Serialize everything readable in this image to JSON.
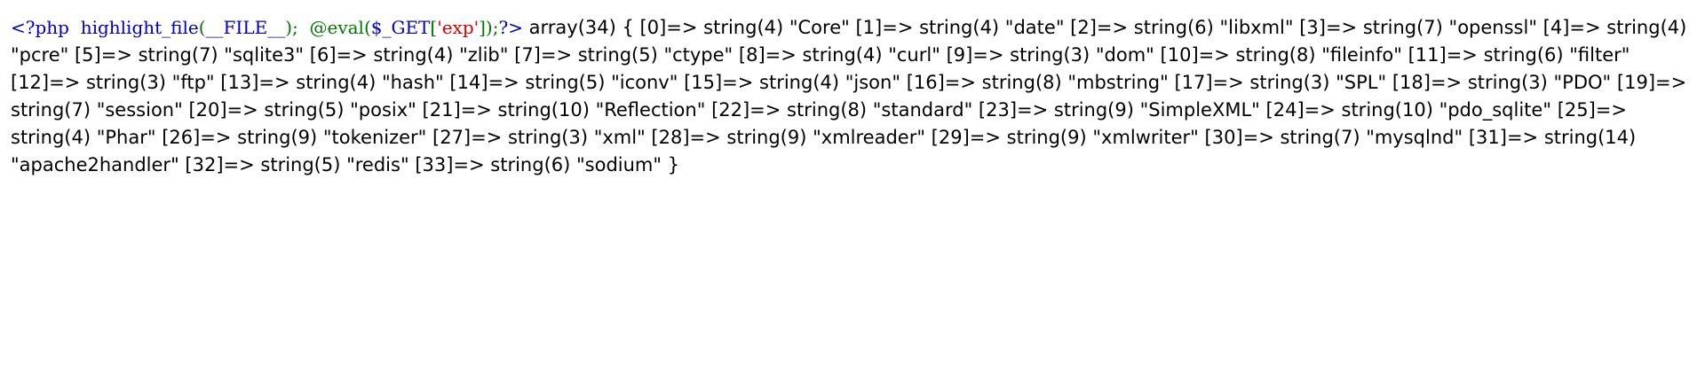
{
  "colors": {
    "php_default": "#0000BB",
    "php_keyword": "#007700",
    "php_string": "#DD0000",
    "text": "#000000",
    "background": "#ffffff"
  },
  "source": {
    "open_tag": "<?php",
    "fn_name": "highlight_file",
    "paren_open": "(",
    "file_const": "__FILE__",
    "paren_close_semi": ");",
    "at_eval": "@eval(",
    "get_var": "$_GET",
    "bracket_open": "[",
    "exp_key": "'exp'",
    "bracket_close_semi": "]);",
    "close_tag": "?>"
  },
  "dump": {
    "header": "array(34) {",
    "entries": [
      "[0]=> string(4) \"Core\"",
      "[1]=> string(4) \"date\"",
      "[2]=> string(6) \"libxml\"",
      "[3]=> string(7) \"openssl\"",
      "[4]=> string(4) \"pcre\"",
      "[5]=> string(7) \"sqlite3\"",
      "[6]=> string(4) \"zlib\"",
      "[7]=> string(5) \"ctype\"",
      "[8]=> string(4) \"curl\"",
      "[9]=> string(3) \"dom\"",
      "[10]=> string(8) \"fileinfo\"",
      "[11]=> string(6) \"filter\"",
      "[12]=> string(3) \"ftp\"",
      "[13]=> string(4) \"hash\"",
      "[14]=> string(5) \"iconv\"",
      "[15]=> string(4) \"json\"",
      "[16]=> string(8) \"mbstring\"",
      "[17]=> string(3) \"SPL\"",
      "[18]=> string(3) \"PDO\"",
      "[19]=> string(7) \"session\"",
      "[20]=> string(5) \"posix\"",
      "[21]=> string(10) \"Reflection\"",
      "[22]=> string(8) \"standard\"",
      "[23]=> string(9) \"SimpleXML\"",
      "[24]=> string(10) \"pdo_sqlite\"",
      "[25]=> string(4) \"Phar\"",
      "[26]=> string(9) \"tokenizer\"",
      "[27]=> string(3) \"xml\"",
      "[28]=> string(9) \"xmlreader\"",
      "[29]=> string(9) \"xmlwriter\"",
      "[30]=> string(7) \"mysqlnd\"",
      "[31]=> string(14) \"apache2handler\"",
      "[32]=> string(5) \"redis\"",
      "[33]=> string(6) \"sodium\""
    ],
    "footer": "}"
  }
}
